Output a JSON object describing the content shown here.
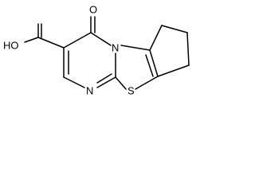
{
  "molecule": {
    "atom_labels": {
      "carbonyl_oxygen": "O",
      "hydroxyl": "HO",
      "ring_nitrogen_bridgehead": "N",
      "ring_nitrogen_lower": "N",
      "sulfur": "S"
    },
    "colors": {
      "bond": "#000000",
      "label": "#000000",
      "background": "#ffffff"
    }
  }
}
